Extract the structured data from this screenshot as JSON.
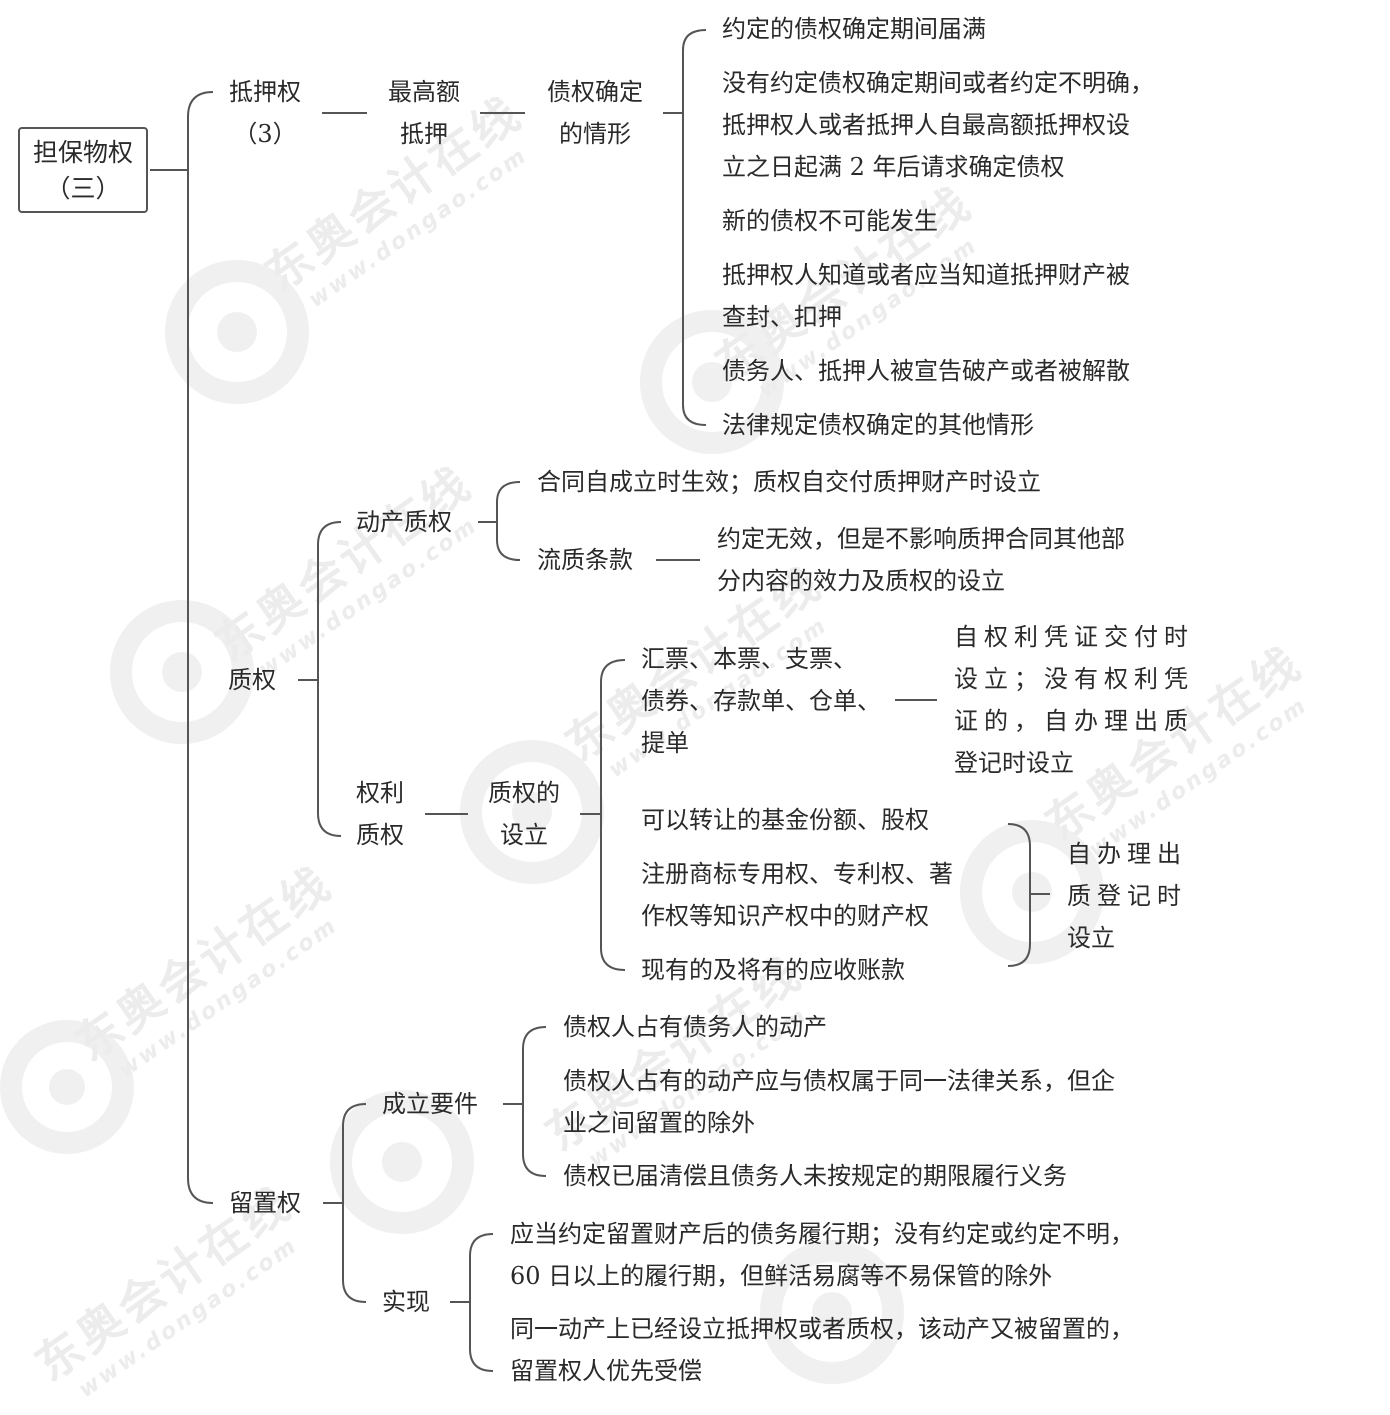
{
  "root": {
    "line1": "担保物权",
    "line2": "（三）"
  },
  "mortgage": {
    "label_line1": "抵押权",
    "label_line2": "（3）",
    "sub_line1": "最高额",
    "sub_line2": "抵押",
    "topic_line1": "债权确定",
    "topic_line2": "的情形",
    "items": [
      "约定的债权确定期间届满",
      "没有约定债权确定期间或者约定不明确，",
      "抵押权人或者抵押人自最高额抵押权设",
      "立之日起满 2 年后请求确定债权",
      "新的债权不可能发生",
      "抵押权人知道或者应当知道抵押财产被",
      "查封、扣押",
      "债务人、抵押人被宣告破产或者被解散",
      "法律规定债权确定的其他情形"
    ]
  },
  "pledge": {
    "label": "质权",
    "movable": {
      "label": "动产质权",
      "effect": "合同自成立时生效；质权自交付质押财产时设立",
      "clause_label": "流质条款",
      "clause_line1": "约定无效，但是不影响质押合同其他部",
      "clause_line2": "分内容的效力及质权的设立"
    },
    "rights": {
      "label_line1": "权利",
      "label_line2": "质权",
      "setup_line1": "质权的",
      "setup_line2": "设立",
      "group1_lines": [
        "汇票、本票、支票、",
        "债券、存款单、仓单、",
        "提单"
      ],
      "group1_result": [
        "自权利凭证交付时",
        "设立；没有权利凭",
        "证的，自办理出质",
        "登记时设立"
      ],
      "group2_items": [
        "可以转让的基金份额、股权",
        "注册商标专用权、专利权、著",
        "作权等知识产权中的财产权",
        "现有的及将有的应收账款"
      ],
      "group2_result": [
        "自办理出",
        "质登记时",
        "设立"
      ]
    }
  },
  "lien": {
    "label": "留置权",
    "requirements": {
      "label": "成立要件",
      "items": [
        "债权人占有债务人的动产",
        "债权人占有的动产应与债权属于同一法律关系，但企",
        "业之间留置的除外",
        "债权已届清偿且债务人未按规定的期限履行义务"
      ]
    },
    "realization": {
      "label": "实现",
      "items": [
        "应当约定留置财产后的债务履行期；没有约定或约定不明，",
        "60 日以上的履行期，但鲜活易腐等不易保管的除外",
        "同一动产上已经设立抵押权或者质权，该动产又被留置的，",
        "留置权人优先受偿"
      ]
    }
  },
  "watermark": {
    "cn": "东奥会计在线",
    "en": "www.dongao.com"
  }
}
